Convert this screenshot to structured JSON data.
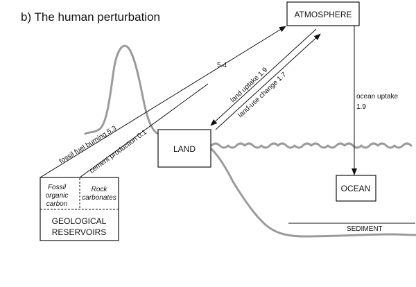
{
  "title": "b) The human perturbation",
  "nodes": {
    "atmosphere": "ATMOSPHERE",
    "land": "LAND",
    "ocean": "OCEAN",
    "sediment": "SEDIMENT",
    "fossil": [
      "Fossil",
      "organic",
      "carbon"
    ],
    "rock": [
      "Rock",
      "carbonates"
    ],
    "geological": [
      "GEOLOGICAL",
      "RESERVOIRS"
    ]
  },
  "flows": {
    "fossil_fuel": "fossil fuel burning 5.3",
    "fossil_total": "5.4",
    "cement": "cement production 0.1",
    "land_uptake": "land uptake 1.9",
    "land_use": "land-use change 1.7",
    "ocean_uptake": [
      "ocean uptake",
      "1.9"
    ]
  }
}
